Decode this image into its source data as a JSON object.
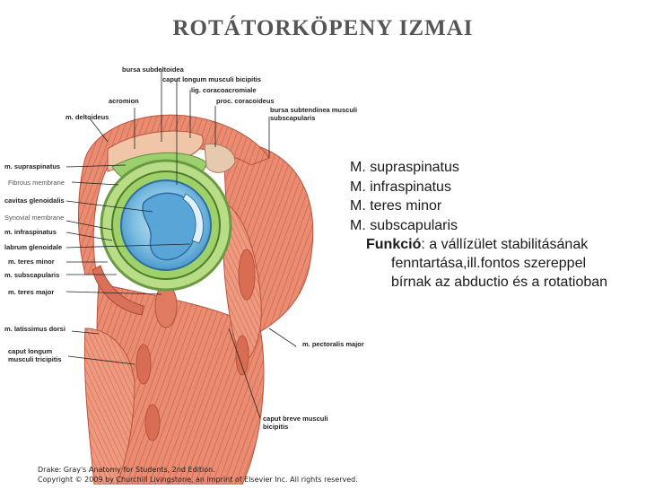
{
  "title": "ROTÁTORKÖPENY IZMAI",
  "figure": {
    "labels": {
      "bursa_subdeltoidea": "bursa subdeltoidea",
      "caput_longum_biceps": "caput longum musculi bicipitis",
      "lig_coracoacromiale": "lig. coracoacromiale",
      "acromion": "acromion",
      "proc_coracoideus": "proc. coracoideus",
      "bursa_subtendinea": "bursa subtendinea musculi",
      "subscapularis_lbl": "subscapularis",
      "m_deltoideus": "m. deltoideus",
      "m_supraspinatus": "m. supraspinatus",
      "fibrous_membrane": "Fibrous membrane",
      "cavitas_glenoidalis": "cavitas glenoidalis",
      "synovial_membrane": "Synovial membrane",
      "m_infraspinatus": "m. infraspinatus",
      "labrum_glenoidale": "labrum glenoidale",
      "m_teres_minor": "m. teres minor",
      "m_subscapularis": "m. subscapularis",
      "m_teres_major": "m. teres major",
      "m_latissimus_dorsi": "m. latissimus dorsi",
      "caput_longum_triceps_1": "caput longum",
      "caput_longum_triceps_2": "musculi tricipitis",
      "m_pectoralis_major": "m. pectoralis major",
      "caput_breve_1": "caput breve musculi",
      "caput_breve_2": "bicipitis"
    },
    "credit_line1": "Drake: Gray's Anatomy for Students, 2nd Edition.",
    "credit_line2": "Copyright © 2009 by Churchill Livingstone, an imprint of Elsevier Inc. All rights reserved."
  },
  "muscles": [
    "M. supraspinatus",
    "M. infraspinatus",
    "M. teres minor",
    "M. subscapularis"
  ],
  "function": {
    "label": "Funkció",
    "line1": ": a vállízület stabilitásának",
    "line2": "fenntartása,ill.fontos szereppel",
    "line3": "bírnak az abductio és a rotatioban"
  }
}
